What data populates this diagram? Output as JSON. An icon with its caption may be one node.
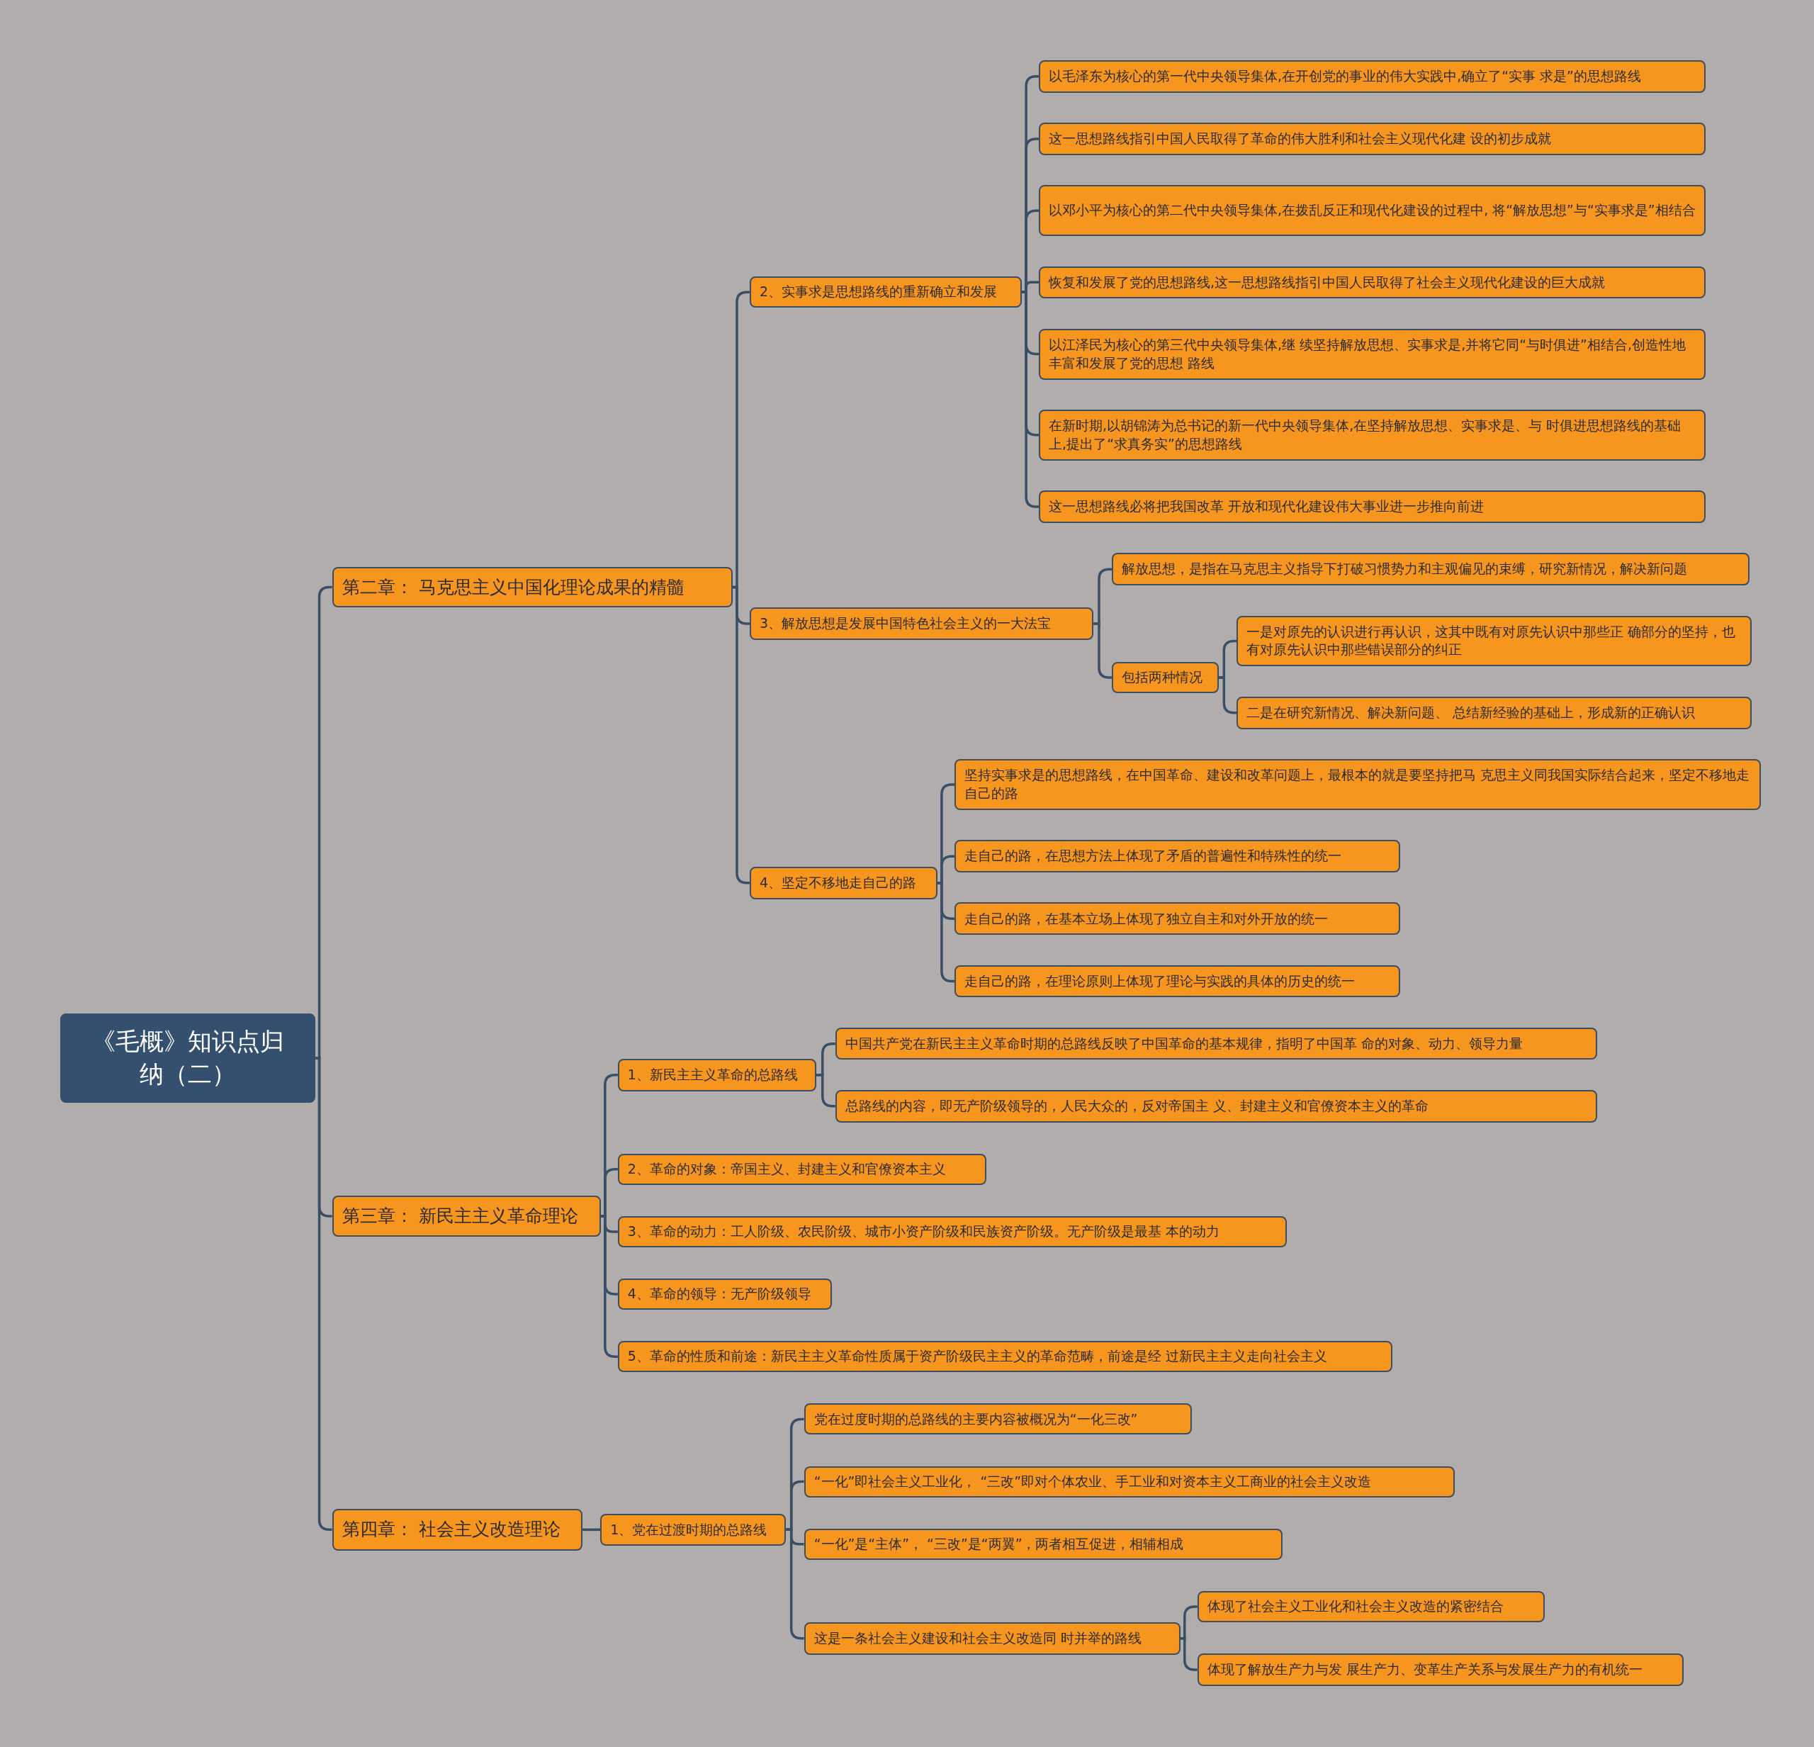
{
  "diagram": {
    "nodes": [
      {
        "text": [
          "《毛概》知识点归纳（二）"
        ]
      },
      {
        "text": [
          "第二章： 马克思主义中国化理论成果的精髓"
        ]
      },
      {
        "text": [
          "2、实事求是思想路线的重新确立和发展"
        ]
      },
      {
        "text": [
          "以毛泽东为核心的第一代中央领导集体,在开创党的事业的伟大实践中,确立了“实事 求是”的思想路线"
        ]
      },
      {
        "text": [
          "这一思想路线指引中国人民取得了革命的伟大胜利和社会主义现代化建 设的初步成就"
        ]
      },
      {
        "text": [
          "以邓小平为核心的第二代中央领导集体,在拨乱反正和现代化建设的过程中, 将“解放思想”与“实事求是”相结合"
        ]
      },
      {
        "text": [
          "恢复和发展了党的思想路线,这一思想路线指引中国人民取得了社会主义现代化建设的巨大成就"
        ]
      },
      {
        "text": [
          "以江泽民为核心的第三代中央领导集体,继 续坚持解放思想、实事求是,并将它同“与时俱进”相结合,创造性地丰富和发展了党的思想 路线"
        ]
      },
      {
        "text": [
          "在新时期,以胡锦涛为总书记的新一代中央领导集体,在坚持解放思想、实事求是、与 时俱进思想路线的基础上,提出了“求真务实”的思想路线"
        ]
      },
      {
        "text": [
          "这一思想路线必将把我国改革 开放和现代化建设伟大事业进一步推向前进"
        ]
      },
      {
        "text": [
          "3、解放思想是发展中国特色社会主义的一大法宝"
        ]
      },
      {
        "text": [
          "解放思想，是指在马克思主义指导下打破习惯势力和主观偏见的束缚，研究新情况，解决新问题"
        ]
      },
      {
        "text": [
          "包括两种情况"
        ]
      },
      {
        "text": [
          "一是对原先的认识进行再认识，这其中既有对原先认识中那些正 确部分的坚持，也有对原先认识中那些错误部分的纠正"
        ]
      },
      {
        "text": [
          "二是在研究新情况、解决新问题、 总结新经验的基础上，形成新的正确认识"
        ]
      },
      {
        "text": [
          "4、坚定不移地走自己的路"
        ]
      },
      {
        "text": [
          "坚持实事求是的思想路线，在中国革命、建设和改革问题上，最根本的就是要坚持把马 克思主义同我国实际结合起来，坚定不移地走自己的路"
        ]
      },
      {
        "text": [
          "走自己的路，在思想方法上体现了矛盾的普遍性和特殊性的统一"
        ]
      },
      {
        "text": [
          "走自己的路，在基本立场上体现了独立自主和对外开放的统一"
        ]
      },
      {
        "text": [
          "走自己的路，在理论原则上体现了理论与实践的具体的历史的统一"
        ]
      },
      {
        "text": [
          "第三章： 新民主主义革命理论"
        ]
      },
      {
        "text": [
          "1、新民主主义革命的总路线"
        ]
      },
      {
        "text": [
          "中国共产党在新民主主义革命时期的总路线反映了中国革命的基本规律，指明了中国革 命的对象、动力、领导力量"
        ]
      },
      {
        "text": [
          "总路线的内容，即无产阶级领导的，人民大众的，反对帝国主 义、封建主义和官僚资本主义的革命"
        ]
      },
      {
        "text": [
          "2、革命的对象：帝国主义、封建主义和官僚资本主义"
        ]
      },
      {
        "text": [
          "3、革命的动力：工人阶级、农民阶级、城市小资产阶级和民族资产阶级。无产阶级是最基 本的动力"
        ]
      },
      {
        "text": [
          "4、革命的领导：无产阶级领导"
        ]
      },
      {
        "text": [
          "5、革命的性质和前途：新民主主义革命性质属于资产阶级民主主义的革命范畴，前途是经 过新民主主义走向社会主义"
        ]
      },
      {
        "text": [
          "第四章： 社会主义改造理论"
        ]
      },
      {
        "text": [
          "1、党在过渡时期的总路线"
        ]
      },
      {
        "text": [
          "党在过度时期的总路线的主要内容被概况为“一化三改”"
        ]
      },
      {
        "text": [
          "“一化”即社会主义工业化， “三改”即对个体农业、手工业和对资本主义工商业的社会主义改造"
        ]
      },
      {
        "text": [
          "“一化”是“主体”， “三改”是“两翼”，两者相互促进，相辅相成"
        ]
      },
      {
        "text": [
          "这是一条社会主义建设和社会主义改造同 时并举的路线"
        ]
      },
      {
        "text": [
          "体现了社会主义工业化和社会主义改造的紧密结合"
        ]
      },
      {
        "text": [
          "体现了解放生产力与发 展生产力、变革生产关系与发展生产力的有机统一"
        ]
      }
    ],
    "edges": [
      {
        "from": 0,
        "to": 1,
        "arrow": "none"
      },
      {
        "from": 1,
        "to": 2,
        "arrow": "none"
      },
      {
        "from": 2,
        "to": 3,
        "arrow": "none"
      },
      {
        "from": 2,
        "to": 4,
        "arrow": "none"
      },
      {
        "from": 2,
        "to": 5,
        "arrow": "none"
      },
      {
        "from": 2,
        "to": 6,
        "arrow": "none"
      },
      {
        "from": 2,
        "to": 7,
        "arrow": "none"
      },
      {
        "from": 2,
        "to": 8,
        "arrow": "none"
      },
      {
        "from": 2,
        "to": 9,
        "arrow": "none"
      },
      {
        "from": 1,
        "to": 10,
        "arrow": "none"
      },
      {
        "from": 10,
        "to": 11,
        "arrow": "none"
      },
      {
        "from": 10,
        "to": 12,
        "arrow": "none"
      },
      {
        "from": 12,
        "to": 13,
        "arrow": "none"
      },
      {
        "from": 12,
        "to": 14,
        "arrow": "none"
      },
      {
        "from": 1,
        "to": 15,
        "arrow": "none"
      },
      {
        "from": 15,
        "to": 16,
        "arrow": "none"
      },
      {
        "from": 15,
        "to": 17,
        "arrow": "none"
      },
      {
        "from": 15,
        "to": 18,
        "arrow": "none"
      },
      {
        "from": 15,
        "to": 19,
        "arrow": "none"
      },
      {
        "from": 0,
        "to": 20,
        "arrow": "none"
      },
      {
        "from": 20,
        "to": 21,
        "arrow": "none"
      },
      {
        "from": 21,
        "to": 22,
        "arrow": "none"
      },
      {
        "from": 21,
        "to": 23,
        "arrow": "none"
      },
      {
        "from": 20,
        "to": 24,
        "arrow": "none"
      },
      {
        "from": 20,
        "to": 25,
        "arrow": "none"
      },
      {
        "from": 20,
        "to": 26,
        "arrow": "none"
      },
      {
        "from": 20,
        "to": 27,
        "arrow": "none"
      },
      {
        "from": 0,
        "to": 28,
        "arrow": "none"
      },
      {
        "from": 28,
        "to": 29,
        "arrow": "none"
      },
      {
        "from": 29,
        "to": 30,
        "arrow": "none"
      },
      {
        "from": 29,
        "to": 31,
        "arrow": "none"
      },
      {
        "from": 29,
        "to": 32,
        "arrow": "none"
      },
      {
        "from": 29,
        "to": 33,
        "arrow": "none"
      },
      {
        "from": 33,
        "to": 34,
        "arrow": "none"
      },
      {
        "from": 33,
        "to": 35,
        "arrow": "none"
      }
    ]
  }
}
